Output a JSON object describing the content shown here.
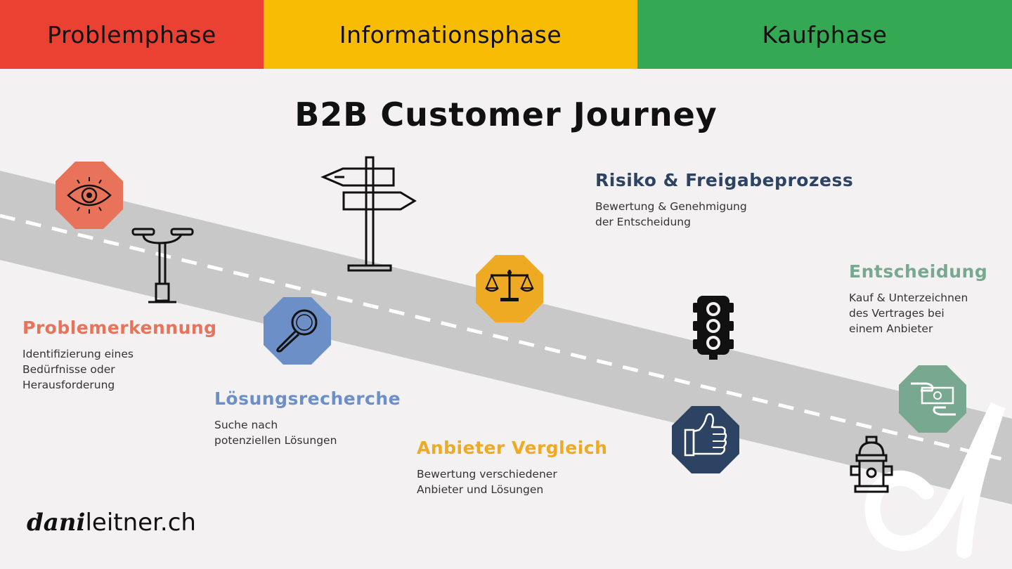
{
  "phases": {
    "problem": "Problemphase",
    "information": "Informationsphase",
    "kauf": "Kaufphase"
  },
  "title": "B2B Customer Journey",
  "steps": {
    "problem": {
      "title": "Problemerkennung",
      "desc": "Identifizierung eines\nBedürfnisse oder\nHerausforderung",
      "icon": "eye-icon"
    },
    "loesung": {
      "title": "Lösungsrecherche",
      "desc": "Suche nach\npotenziellen Lösungen",
      "icon": "magnifier-icon"
    },
    "vergleich": {
      "title": "Anbieter Vergleich",
      "desc": "Bewertung verschiedener\nAnbieter und Lösungen",
      "icon": "scale-icon"
    },
    "risiko": {
      "title": "Risiko & Freigabeprozess",
      "desc": "Bewertung & Genehmigung\nder Entscheidung",
      "icon": "thumbs-up-icon"
    },
    "entscheidung": {
      "title": "Entscheidung",
      "desc": "Kauf & Unterzeichnen\ndes Vertrages bei\neinem Anbieter",
      "icon": "money-hand-icon"
    }
  },
  "logo": {
    "script": "dani",
    "plain": "leitner.ch"
  },
  "colors": {
    "phase_red": "#ea4133",
    "phase_yellow": "#f9bc05",
    "phase_green": "#34a853",
    "problem": "#e8735a",
    "loesung": "#6d8fc7",
    "vergleich": "#eeaa22",
    "risiko": "#2d4364",
    "entscheidung": "#79a890",
    "road": "#c8c8c8"
  }
}
